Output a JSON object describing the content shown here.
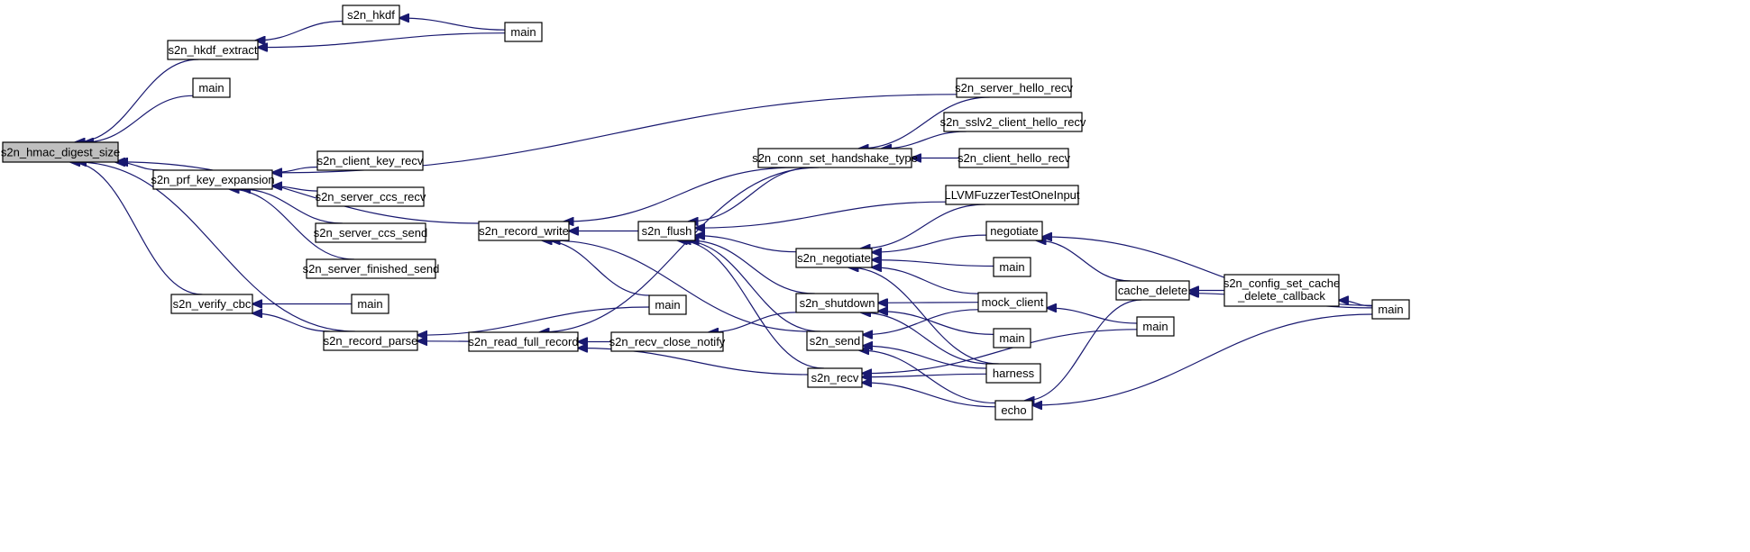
{
  "graph": {
    "nodes": [
      {
        "id": "hmac",
        "label": "s2n_hmac_digest_size",
        "root": true
      },
      {
        "id": "hkdf_extract",
        "label": "s2n_hkdf_extract"
      },
      {
        "id": "hkdf",
        "label": "s2n_hkdf"
      },
      {
        "id": "main_hkdf",
        "label": "main"
      },
      {
        "id": "main_a",
        "label": "main"
      },
      {
        "id": "prf",
        "label": "s2n_prf_key_expansion"
      },
      {
        "id": "client_key_recv",
        "label": "s2n_client_key_recv"
      },
      {
        "id": "server_ccs_recv",
        "label": "s2n_server_ccs_recv"
      },
      {
        "id": "server_ccs_send",
        "label": "s2n_server_ccs_send"
      },
      {
        "id": "server_finished_send",
        "label": "s2n_server_finished_send"
      },
      {
        "id": "verify_cbc",
        "label": "s2n_verify_cbc"
      },
      {
        "id": "main_cbc",
        "label": "main"
      },
      {
        "id": "record_parse",
        "label": "s2n_record_parse"
      },
      {
        "id": "record_write",
        "label": "s2n_record_write"
      },
      {
        "id": "main_rw",
        "label": "main"
      },
      {
        "id": "read_full_record",
        "label": "s2n_read_full_record"
      },
      {
        "id": "recv_close_notify",
        "label": "s2n_recv_close_notify"
      },
      {
        "id": "flush",
        "label": "s2n_flush"
      },
      {
        "id": "conn_set",
        "label": "s2n_conn_set_handshake_type"
      },
      {
        "id": "server_hello_recv",
        "label": "s2n_server_hello_recv"
      },
      {
        "id": "sslv2",
        "label": "s2n_sslv2_client_hello_recv"
      },
      {
        "id": "client_hello_recv",
        "label": "s2n_client_hello_recv"
      },
      {
        "id": "llvm",
        "label": "LLVMFuzzerTestOneInput"
      },
      {
        "id": "negotiate_s2n",
        "label": "s2n_negotiate"
      },
      {
        "id": "negotiate",
        "label": "negotiate"
      },
      {
        "id": "main_neg",
        "label": "main"
      },
      {
        "id": "shutdown",
        "label": "s2n_shutdown"
      },
      {
        "id": "mock_client",
        "label": "mock_client"
      },
      {
        "id": "send",
        "label": "s2n_send"
      },
      {
        "id": "main_send",
        "label": "main"
      },
      {
        "id": "harness",
        "label": "harness"
      },
      {
        "id": "recv",
        "label": "s2n_recv"
      },
      {
        "id": "echo",
        "label": "echo"
      },
      {
        "id": "cache_delete",
        "label": "cache_delete"
      },
      {
        "id": "config_cache",
        "label": "s2n_config_set_cache_delete_callback",
        "lines": [
          "s2n_config_set_cache",
          "_delete_callback"
        ]
      },
      {
        "id": "main_cache",
        "label": "main"
      },
      {
        "id": "main_right",
        "label": "main"
      }
    ],
    "edges": [
      [
        "hmac",
        "hkdf_extract"
      ],
      [
        "hkdf_extract",
        "hkdf"
      ],
      [
        "hkdf_extract",
        "main_hkdf"
      ],
      [
        "hkdf",
        "main_hkdf"
      ],
      [
        "hmac",
        "main_a"
      ],
      [
        "hmac",
        "record_write"
      ],
      [
        "hmac",
        "prf"
      ],
      [
        "hmac",
        "verify_cbc"
      ],
      [
        "hmac",
        "record_parse"
      ],
      [
        "prf",
        "server_hello_recv"
      ],
      [
        "prf",
        "client_key_recv"
      ],
      [
        "prf",
        "server_ccs_recv"
      ],
      [
        "prf",
        "server_ccs_send"
      ],
      [
        "prf",
        "server_finished_send"
      ],
      [
        "verify_cbc",
        "main_cbc"
      ],
      [
        "verify_cbc",
        "record_parse"
      ],
      [
        "record_parse",
        "read_full_record"
      ],
      [
        "record_parse",
        "main_rw"
      ],
      [
        "record_write",
        "conn_set"
      ],
      [
        "record_write",
        "flush"
      ],
      [
        "record_write",
        "main_rw"
      ],
      [
        "record_write",
        "send"
      ],
      [
        "read_full_record",
        "conn_set"
      ],
      [
        "read_full_record",
        "recv_close_notify"
      ],
      [
        "read_full_record",
        "recv"
      ],
      [
        "recv_close_notify",
        "shutdown"
      ],
      [
        "conn_set",
        "server_hello_recv"
      ],
      [
        "conn_set",
        "sslv2"
      ],
      [
        "conn_set",
        "client_hello_recv"
      ],
      [
        "flush",
        "conn_set"
      ],
      [
        "flush",
        "llvm"
      ],
      [
        "flush",
        "negotiate_s2n"
      ],
      [
        "flush",
        "shutdown"
      ],
      [
        "flush",
        "send"
      ],
      [
        "flush",
        "recv"
      ],
      [
        "negotiate_s2n",
        "llvm"
      ],
      [
        "negotiate_s2n",
        "negotiate"
      ],
      [
        "negotiate_s2n",
        "main_neg"
      ],
      [
        "negotiate_s2n",
        "mock_client"
      ],
      [
        "negotiate_s2n",
        "harness"
      ],
      [
        "negotiate",
        "cache_delete"
      ],
      [
        "negotiate",
        "main_right"
      ],
      [
        "shutdown",
        "mock_client"
      ],
      [
        "shutdown",
        "main_send"
      ],
      [
        "shutdown",
        "harness"
      ],
      [
        "send",
        "mock_client"
      ],
      [
        "send",
        "harness"
      ],
      [
        "send",
        "echo"
      ],
      [
        "recv",
        "harness"
      ],
      [
        "recv",
        "echo"
      ],
      [
        "recv",
        "main_cache"
      ],
      [
        "mock_client",
        "main_cache"
      ],
      [
        "echo",
        "cache_delete"
      ],
      [
        "echo",
        "main_right"
      ],
      [
        "cache_delete",
        "config_cache"
      ],
      [
        "cache_delete",
        "main_right"
      ],
      [
        "config_cache",
        "main_right"
      ]
    ]
  }
}
